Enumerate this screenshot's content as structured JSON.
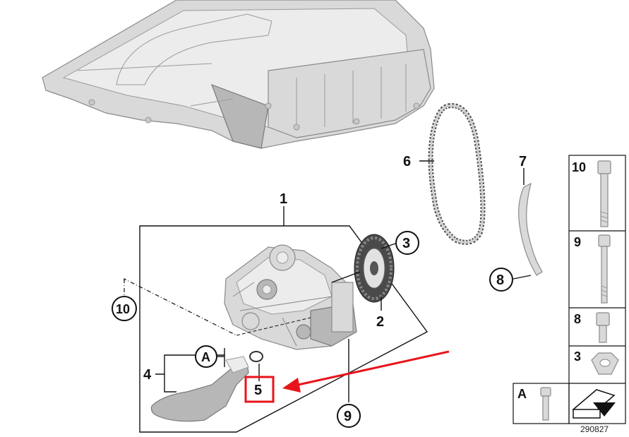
{
  "labels": {
    "n1": "1",
    "n2": "2",
    "n3": "3",
    "n4": "4",
    "n5": "5",
    "n6": "6",
    "n7": "7",
    "n8": "8",
    "n9": "9",
    "n10": "10",
    "a": "A"
  },
  "sidebar": {
    "items": [
      {
        "label": "10",
        "icon": "long-bolt-icon"
      },
      {
        "label": "9",
        "icon": "long-bolt-icon"
      },
      {
        "label": "8",
        "icon": "short-bolt-icon"
      },
      {
        "label": "3",
        "icon": "hex-nut-icon"
      }
    ],
    "legend_label": "A"
  },
  "reference_number": "290827",
  "colors": {
    "highlight": "#e8141b",
    "line": "#111111",
    "part_fill": "#d9d9d9"
  }
}
